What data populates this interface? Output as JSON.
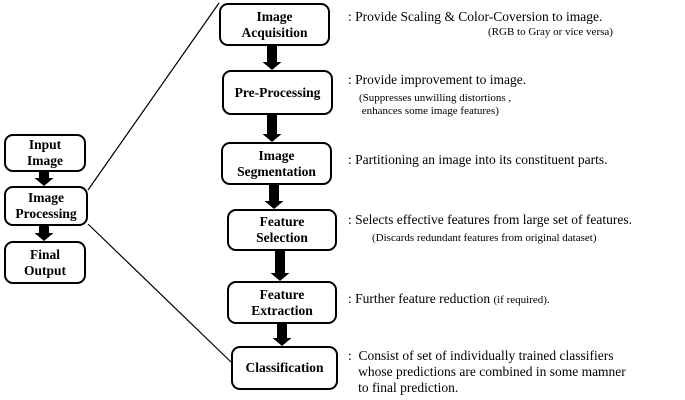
{
  "left_flow": {
    "input_image": "Input\nImage",
    "image_processing": "Image\nProcessing",
    "final_output": "Final\nOutput"
  },
  "steps": [
    {
      "label": "Image\nAcquisition",
      "description": ": Provide Scaling & Color-Coversion to image.",
      "note": "(RGB to Gray or vice versa)"
    },
    {
      "label": "Pre-Processing",
      "description": ": Provide improvement to image.",
      "note": "(Suppresses unwilling distortions ,\n enhances some image features)"
    },
    {
      "label": "Image\nSegmentation",
      "description": ": Partitioning an image into its constituent parts.",
      "note": ""
    },
    {
      "label": "Feature\nSelection",
      "description": ":  Selects effective features from large set of features.",
      "note": "(Discards redundant features from original dataset)"
    },
    {
      "label": "Feature\nExtraction",
      "description": ": Further feature reduction",
      "note": "(if required)."
    },
    {
      "label": "Classification",
      "description": ":  Consist of set of individually trained classifiers\n   whose predictions are combined in some mamner\n   to final prediction.",
      "note": ""
    }
  ]
}
